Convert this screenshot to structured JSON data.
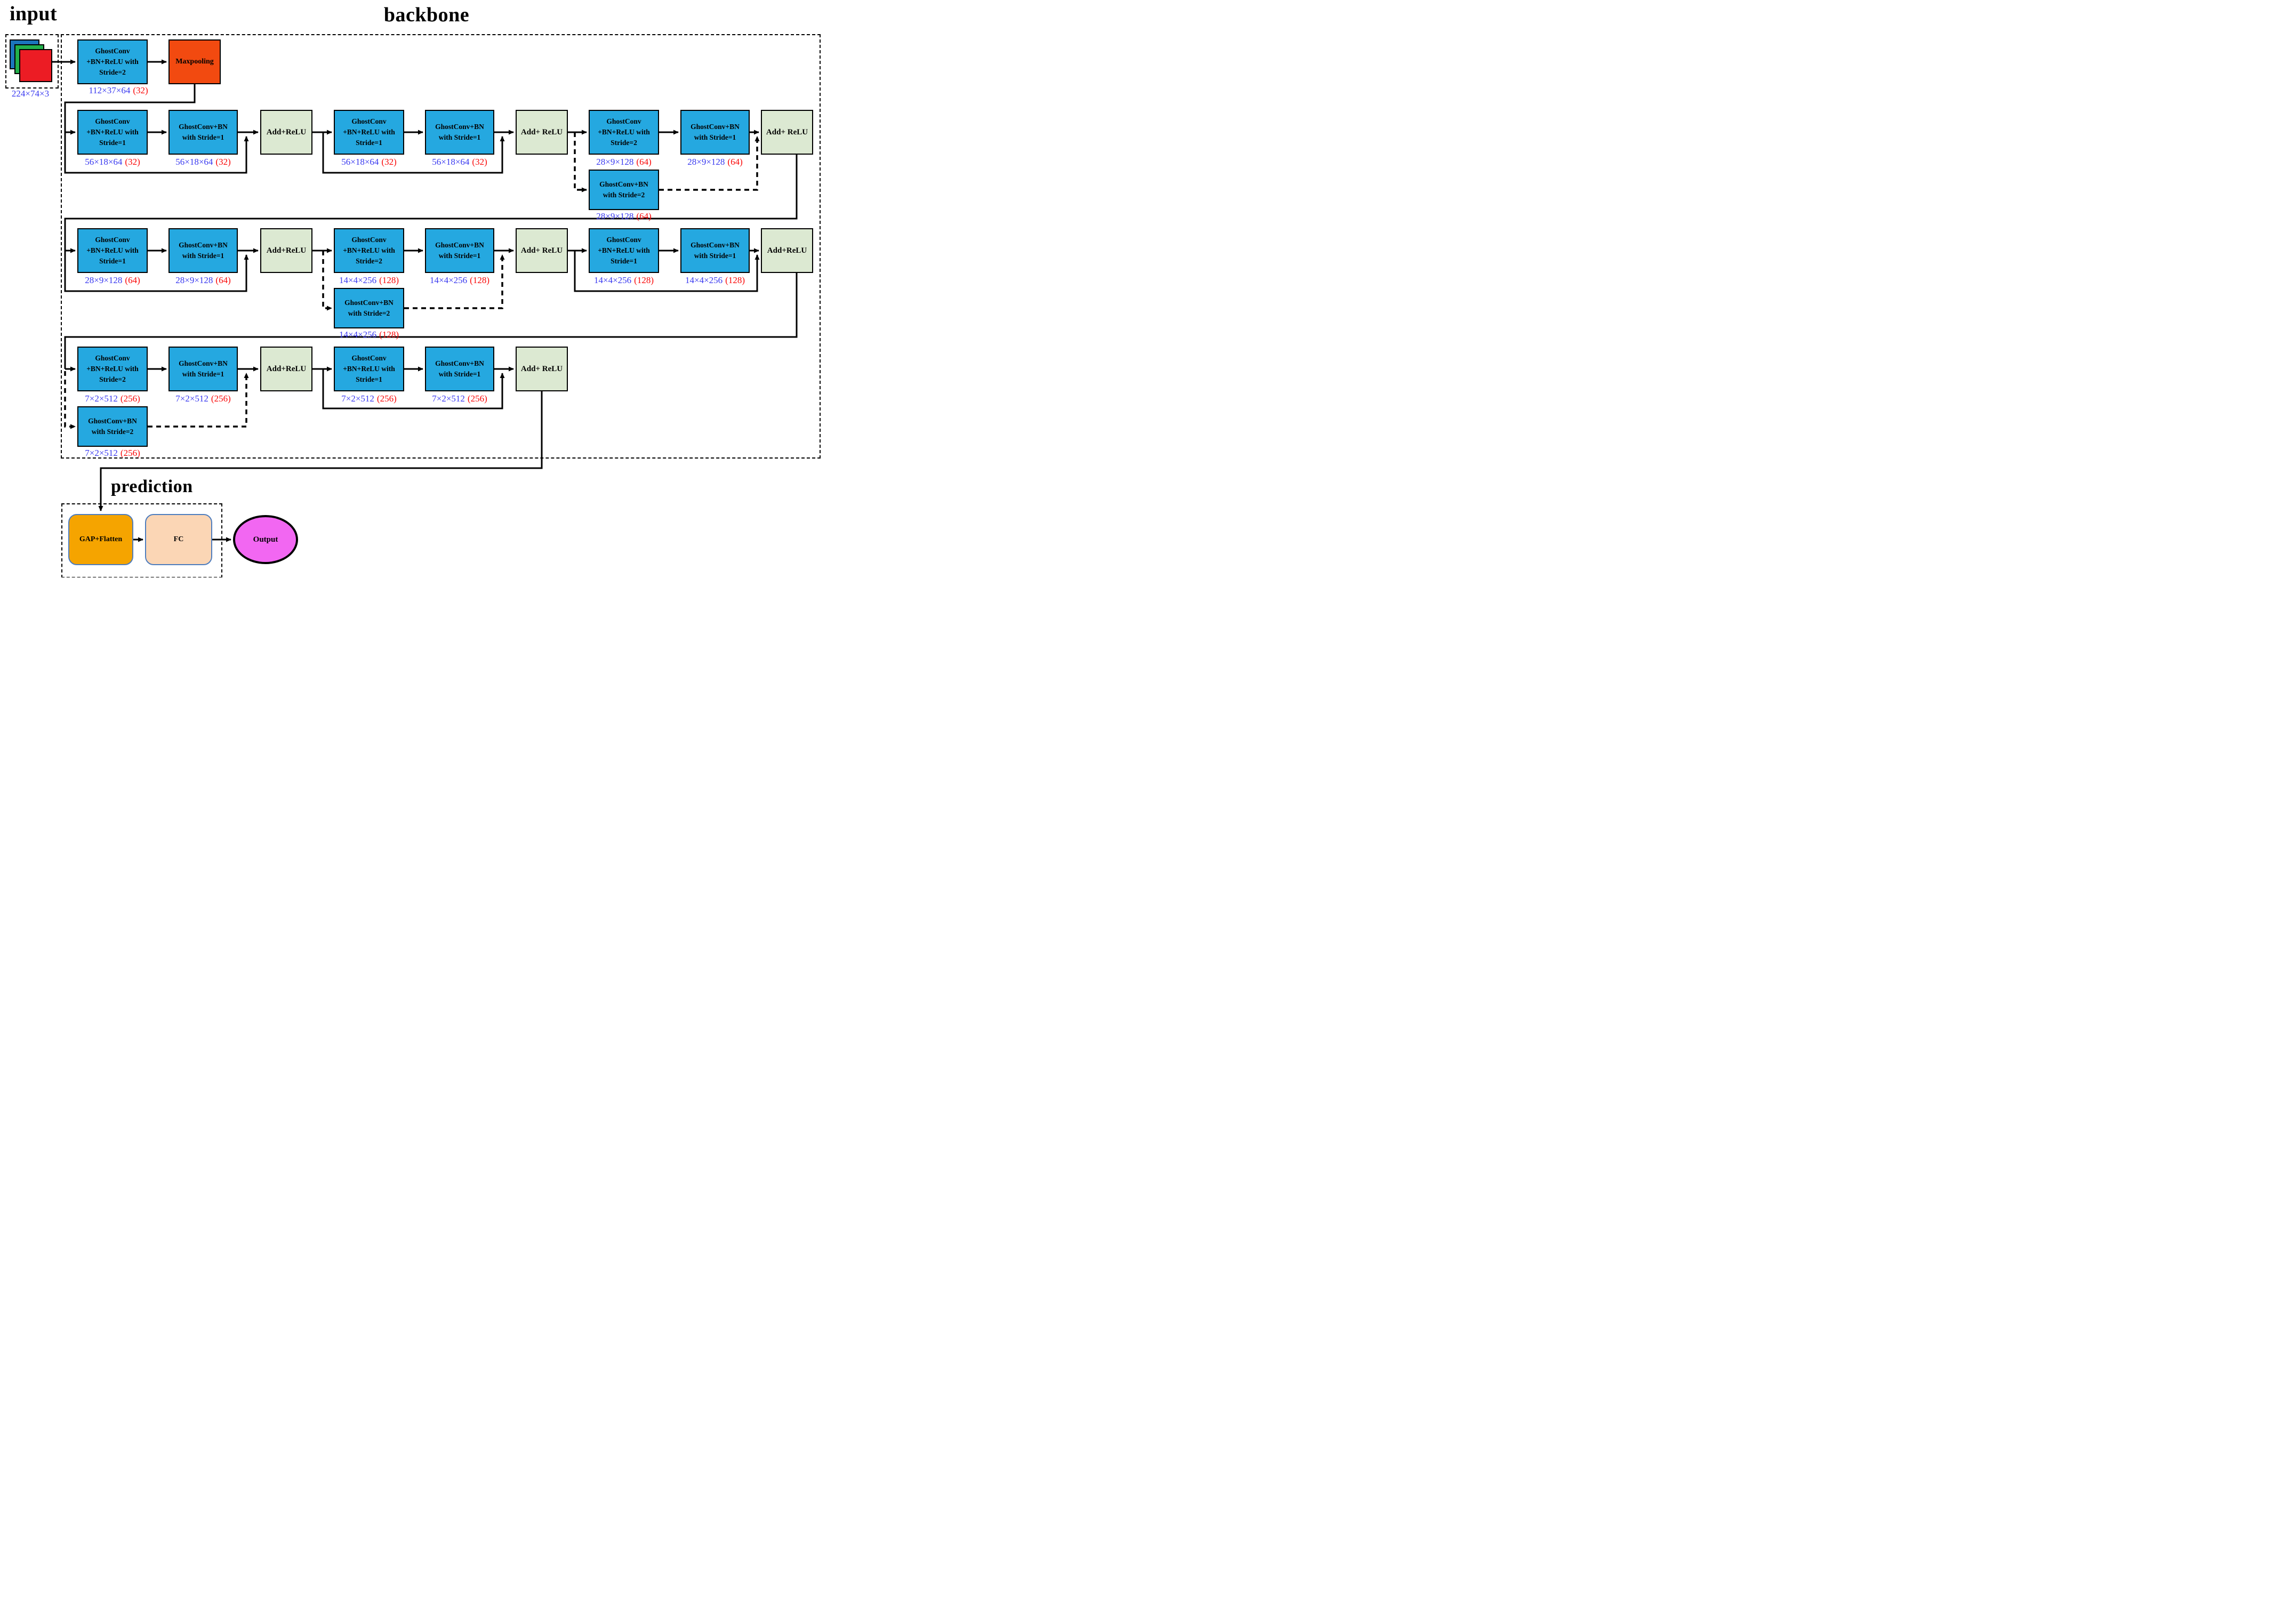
{
  "titles": {
    "input": "input",
    "backbone": "backbone",
    "prediction": "prediction"
  },
  "input_stack": {
    "dims": "224×74×3",
    "channel_colors": [
      "#1B75BC",
      "#22B14C",
      "#EC1C24"
    ]
  },
  "box_texts": {
    "conv_s1": "GhostConv\n+BN+ReLU with\nStride=1",
    "conv_s2": "GhostConv\n+BN+ReLU with\nStride=2",
    "bn_s1": "GhostConv+BN\nwith Stride=1",
    "bn_s2": "GhostConv+BN\nwith Stride=2",
    "maxpool": "Maxpooling",
    "add_relu": "Add+ReLU",
    "add_relu_sp": "Add+ ReLU",
    "gap": "GAP+Flatten",
    "fc": "FC",
    "output": "Output"
  },
  "dims": {
    "d112": {
      "b": "112×37×64",
      "r": "(32)"
    },
    "d56": {
      "b": "56×18×64",
      "r": "(32)"
    },
    "d28": {
      "b": "28×9×128",
      "r": "(64)"
    },
    "d14": {
      "b": "14×4×256",
      "r": "(128)"
    },
    "d7": {
      "b": "7×2×512",
      "r": "(256)"
    }
  },
  "colors": {
    "conv_block": "#25A8E0",
    "add_relu_block": "#DCE9D2",
    "maxpooling_block": "#F24A10",
    "gap_block": "#F5A400",
    "fc_block": "#FBD6B5",
    "output_ellipse": "#F267F2",
    "dims_blue": "#3838F0",
    "dims_red": "#FA0505",
    "wire": "#000000"
  }
}
